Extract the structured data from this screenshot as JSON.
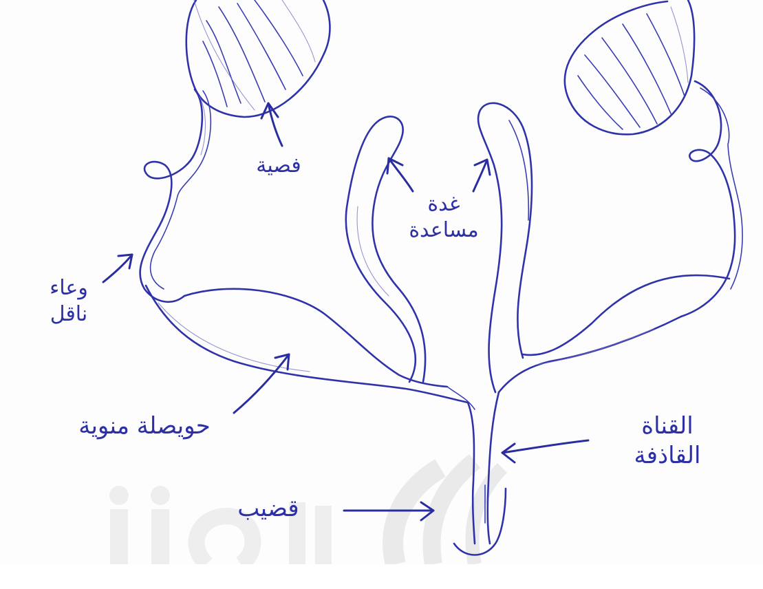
{
  "diagram": {
    "labels": {
      "lobule": "فصية",
      "accessory_gland_line1": "غدة",
      "accessory_gland_line2": "مساعدة",
      "vas_deferens_line1": "وعاء",
      "vas_deferens_line2": "ناقل",
      "seminal_vesicle": "حويصلة منوية",
      "ejaculatory_duct_line1": "القناة",
      "ejaculatory_duct_line2": "القاذفة",
      "penis": "قضيب"
    },
    "colors": {
      "ink": "#2f32a8",
      "paper": "#fdfdfd",
      "watermark": "#d9d9d9"
    },
    "watermark_logo": "liaiy"
  }
}
